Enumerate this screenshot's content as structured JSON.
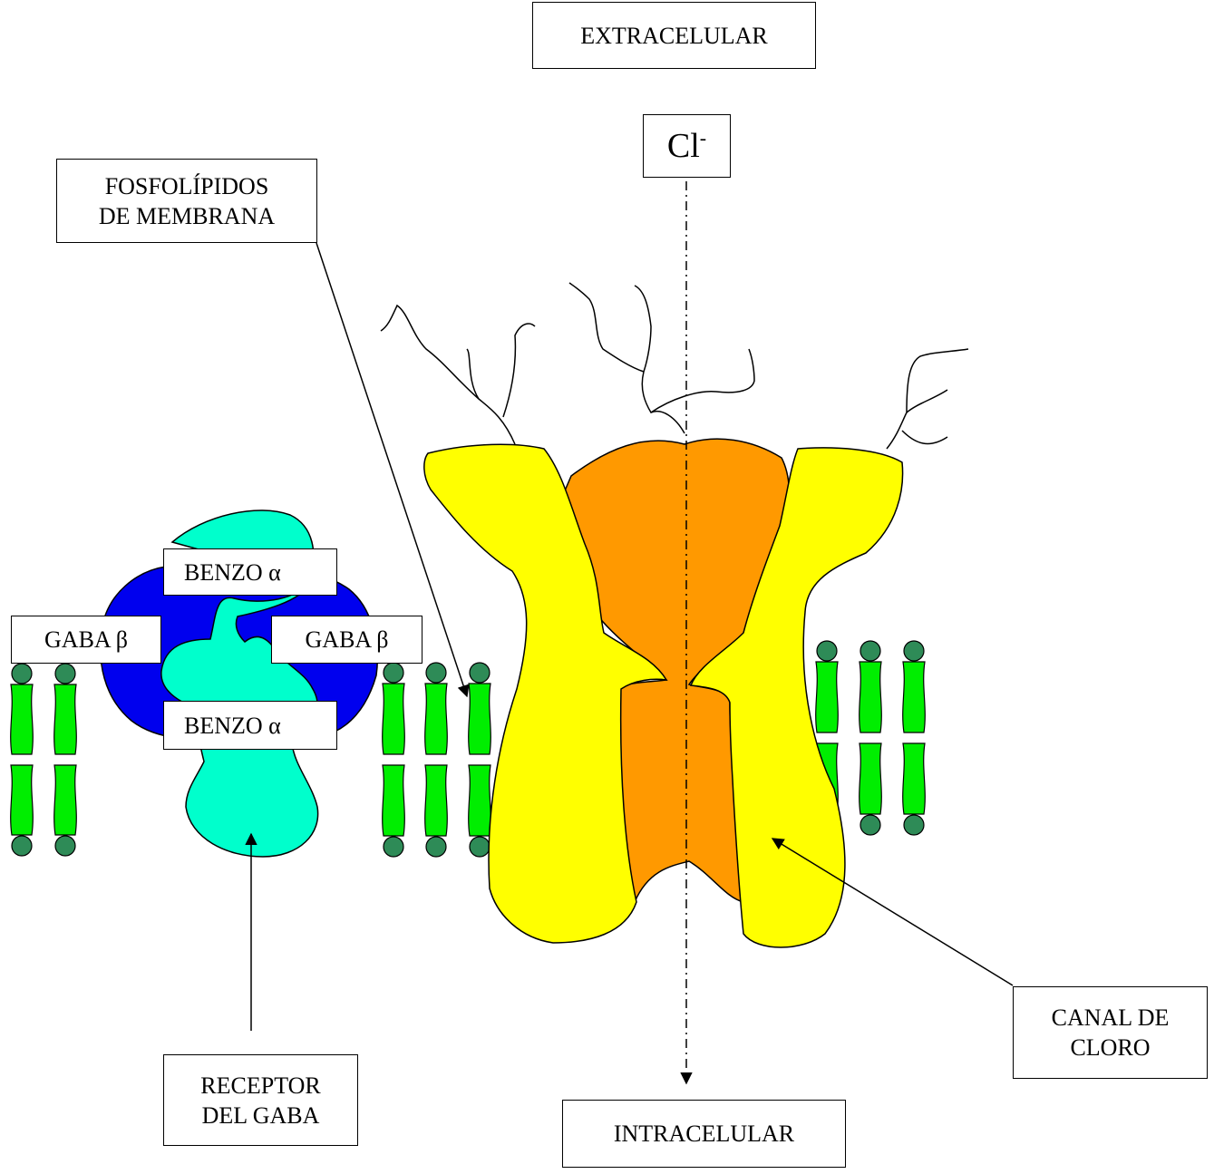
{
  "labels": {
    "extracellular": "EXTRACELULAR",
    "intracellular": "INTRACELULAR",
    "ion": "Cl",
    "ion_charge": "-",
    "phospholipids": [
      "FOSFOLÍPIDOS",
      "DE MEMBRANA"
    ],
    "receptor": [
      "RECEPTOR",
      "DEL GABA"
    ],
    "channel": [
      "CANAL DE",
      "CLORO"
    ],
    "benzo_top": "BENZO α",
    "benzo_bottom": "BENZO α",
    "gaba_left": "GABA β",
    "gaba_right": "GABA β"
  },
  "colors": {
    "lipid_tail": "#00ee00",
    "lipid_head": "#2e8b57",
    "receptor_core": "#0000ee",
    "receptor_subunit": "#00ffcc",
    "channel_outer": "#ffff00",
    "channel_pore": "#ff9900",
    "outline": "#000000"
  }
}
